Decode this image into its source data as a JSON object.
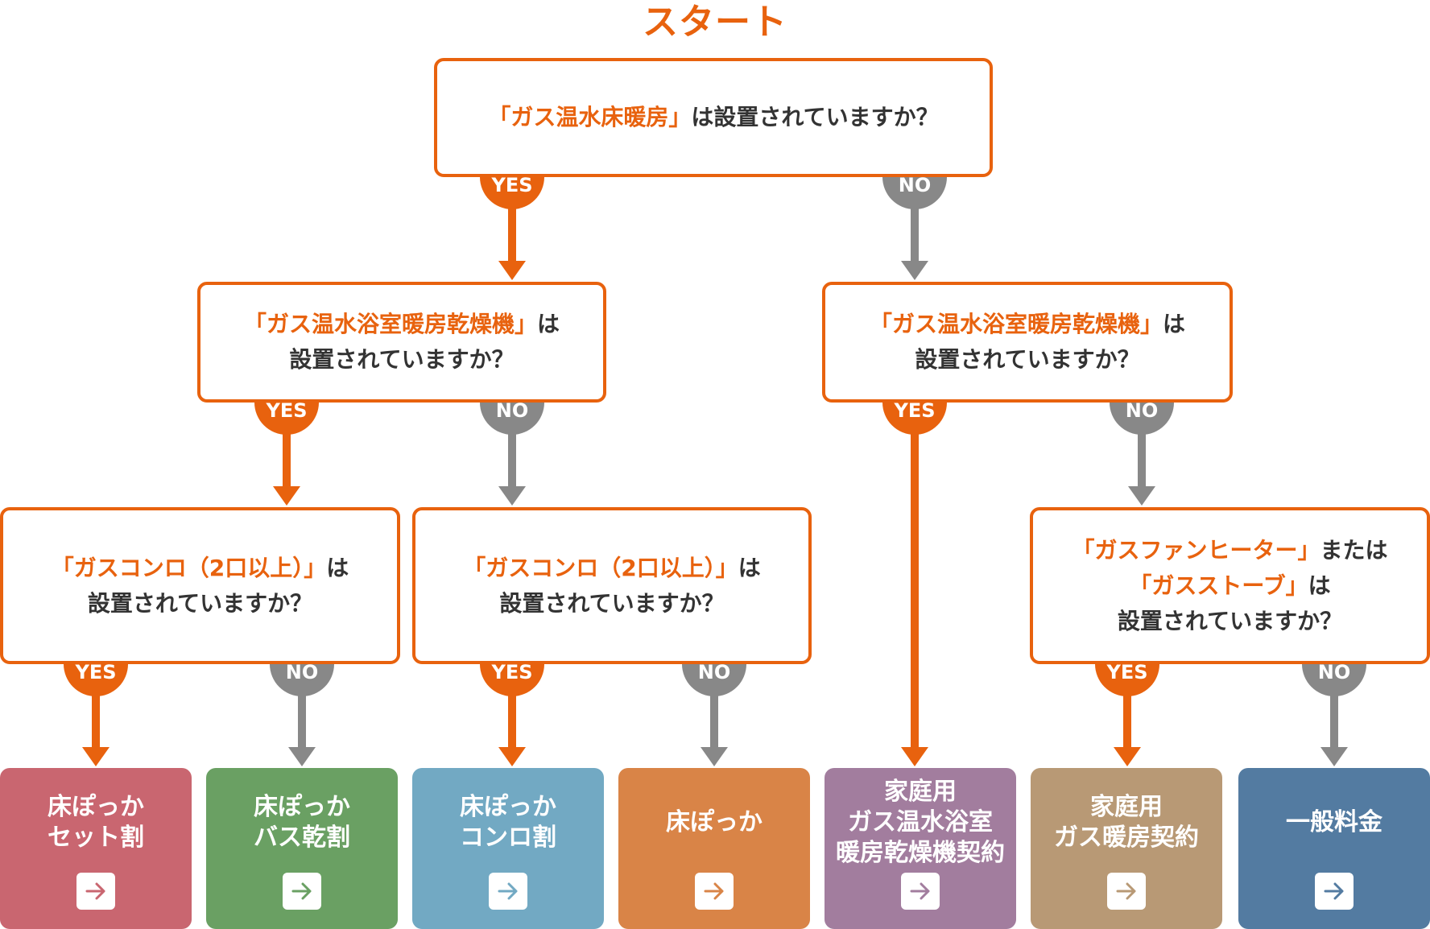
{
  "start_label": "スタート",
  "yes_label": "YES",
  "no_label": "NO",
  "colors": {
    "orange": "#e8620e",
    "gray": "#888888",
    "text": "#333333"
  },
  "questions": {
    "q1": {
      "highlight": "「ガス温水床暖房」",
      "rest": "は設置されていますか？"
    },
    "q2": {
      "highlight": "「ガス温水浴室暖房乾燥機」",
      "tail": "は",
      "line2": "設置されていますか？"
    },
    "q3": {
      "highlight": "「ガス温水浴室暖房乾燥機」",
      "tail": "は",
      "line2": "設置されていますか？"
    },
    "q4": {
      "highlight": "「ガスコンロ（2口以上）」",
      "tail": "は",
      "line2": "設置されていますか？"
    },
    "q5": {
      "highlight": "「ガスコンロ（2口以上）」",
      "tail": "は",
      "line2": "設置されていますか？"
    },
    "q6": {
      "highlight1": "「ガスファンヒーター」",
      "tail1": "または",
      "highlight2": "「ガスストーブ」",
      "tail2": "は",
      "line3": "設置されていますか？"
    }
  },
  "results": [
    {
      "lines": [
        "床ぽっか",
        "セット割"
      ],
      "color": "#c96670",
      "arrow": "#c96670",
      "icon": "arrow-right-icon"
    },
    {
      "lines": [
        "床ぽっか",
        "バス乾割"
      ],
      "color": "#6aa063",
      "arrow": "#6aa063",
      "icon": "arrow-right-icon"
    },
    {
      "lines": [
        "床ぽっか",
        "コンロ割"
      ],
      "color": "#72a9c3",
      "arrow": "#72a9c3",
      "icon": "arrow-right-icon"
    },
    {
      "lines": [
        "床ぽっか"
      ],
      "color": "#d98447",
      "arrow": "#d98447",
      "icon": "arrow-right-icon"
    },
    {
      "lines": [
        "家庭用",
        "ガス温水浴室",
        "暖房乾燥機契約"
      ],
      "color": "#a27d9e",
      "arrow": "#a27d9e",
      "icon": "arrow-right-icon"
    },
    {
      "lines": [
        "家庭用",
        "ガス暖房契約"
      ],
      "color": "#b89975",
      "arrow": "#b89975",
      "icon": "arrow-right-icon"
    },
    {
      "lines": [
        "一般料金"
      ],
      "color": "#537ba1",
      "arrow": "#537ba1",
      "icon": "arrow-right-icon"
    }
  ]
}
